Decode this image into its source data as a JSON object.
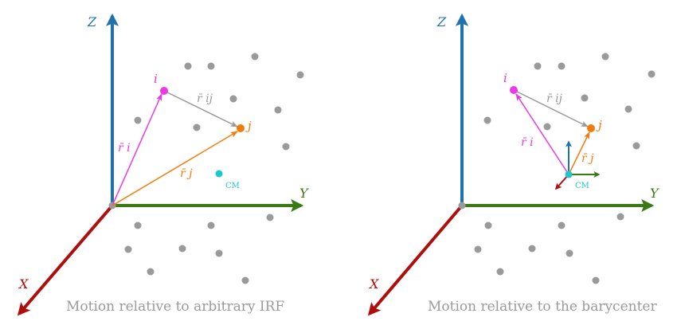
{
  "colors": {
    "z_axis": "#1f72b0",
    "y_axis": "#3a7a12",
    "x_axis": "#b00d0d",
    "point": "#9a9a9a",
    "particle_i": "#e83ae8",
    "particle_j": "#f27c0a",
    "cm": "#1ec9c9",
    "rij": "#9a9a9a",
    "caption": "#9a9a9a"
  },
  "left_panel": {
    "caption": "Motion relative to arbitrary IRF",
    "axis_labels": {
      "z": "Z",
      "y": "Y",
      "x": "X"
    },
    "point_i": "i",
    "point_j": "j",
    "vec_ri": "r̄ i",
    "vec_rj": "r̄ j",
    "vec_rij": "r̄ ij",
    "cm": "CM"
  },
  "right_panel": {
    "caption": "Motion relative to the barycenter",
    "axis_labels": {
      "z": "Z",
      "y": "Y",
      "x": "X"
    },
    "point_i": "i",
    "point_j": "j",
    "vec_ri": "r̄ i",
    "vec_rj": "r̄ j",
    "vec_rij": "r̄ ij",
    "cm": "CM"
  }
}
